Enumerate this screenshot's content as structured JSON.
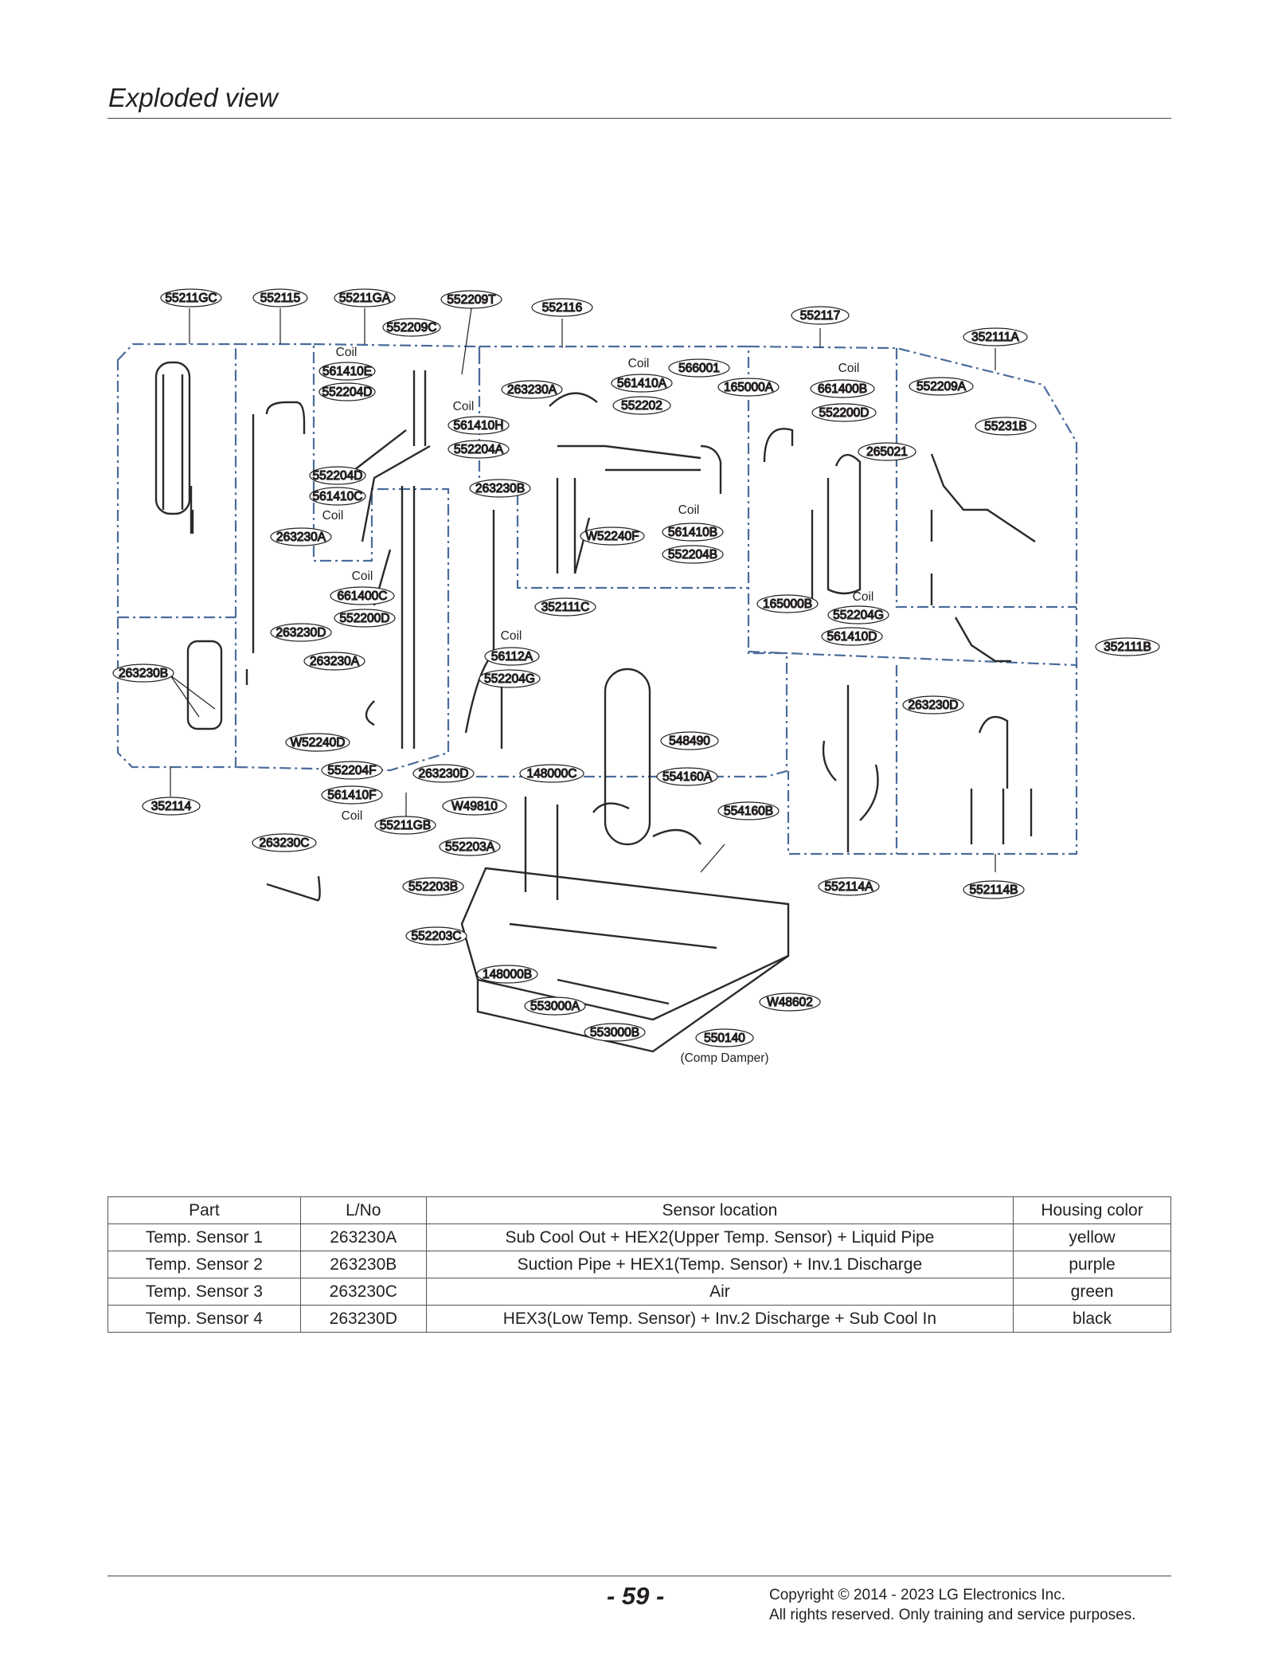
{
  "header": {
    "title": "Exploded view"
  },
  "diagram": {
    "labels": [
      "55211GC",
      "552115",
      "55211GA",
      "552209T",
      "552116",
      "552117",
      "352111A",
      "552209C",
      "Coil",
      "561410E",
      "552204D",
      "Coil",
      "561410H",
      "552204A",
      "Coil",
      "566001",
      "561410A",
      "165000A",
      "Coil",
      "661400B",
      "552200D",
      "552209A",
      "55231B",
      "263230A",
      "552202",
      "265021",
      "552204D",
      "561410C",
      "Coil",
      "263230B",
      "Coil",
      "561410B",
      "552204B",
      "263230A",
      "W52240F",
      "Coil",
      "661400C",
      "552200D",
      "352111C",
      "165000B",
      "Coil",
      "552204G",
      "561410D",
      "352111B",
      "263230D",
      "Coil",
      "56112A",
      "552204G",
      "263230B",
      "263230A",
      "263230D",
      "548490",
      "W52240D",
      "552204F",
      "263230D",
      "148000C",
      "554160A",
      "561410F",
      "Coil",
      "W49810",
      "554160B",
      "352114",
      "55211GB",
      "263230C",
      "552203A",
      "552203B",
      "552114A",
      "552114B",
      "552203C",
      "148000B",
      "W48602",
      "553000A",
      "553000B",
      "550140",
      "(Comp Damper)"
    ]
  },
  "table": {
    "headers": [
      "Part",
      "L/No",
      "Sensor location",
      "Housing color"
    ],
    "rows": [
      [
        "Temp. Sensor 1",
        "263230A",
        "Sub Cool Out + HEX2(Upper Temp. Sensor) + Liquid Pipe",
        "yellow"
      ],
      [
        "Temp. Sensor 2",
        "263230B",
        "Suction Pipe + HEX1(Temp. Sensor) + Inv.1  Discharge",
        "purple"
      ],
      [
        "Temp. Sensor 3",
        "263230C",
        "Air",
        "green"
      ],
      [
        "Temp. Sensor 4",
        "263230D",
        "HEX3(Low Temp. Sensor) + Inv.2  Discharge + Sub Cool In",
        "black"
      ]
    ]
  },
  "footer": {
    "page": "- 59 -",
    "copyright_line1": "Copyright © 2014 - 2023 LG Electronics Inc.",
    "copyright_line2": "All rights reserved. Only training and service purposes."
  }
}
